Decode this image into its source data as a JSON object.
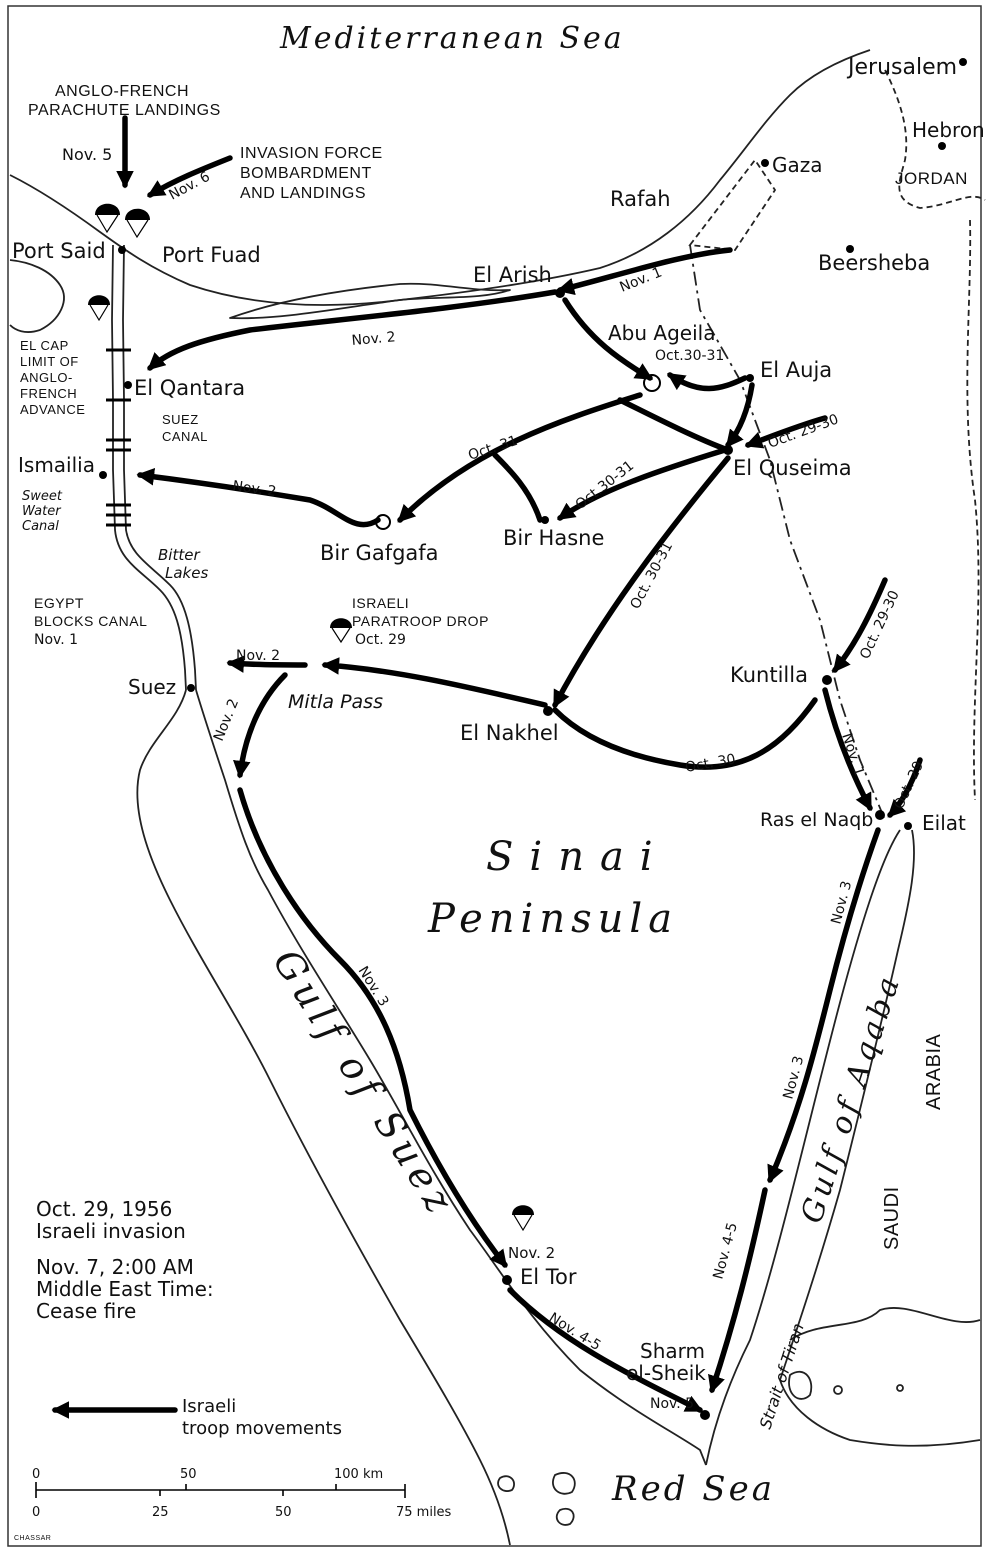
{
  "seas": {
    "mediterranean": "Mediterranean Sea",
    "red_sea": "Red Sea",
    "gulf_suez": "Gulf of Suez",
    "gulf_aqaba": "Gulf of Aqaba",
    "sinai_line1": "Sinai",
    "sinai_line2": "Peninsula",
    "saudi_line1": "SAUDI",
    "saudi_line2": "ARABIA",
    "jordan": "JORDAN",
    "strait": "Strait of Tiran"
  },
  "places": {
    "jerusalem": "Jerusalem",
    "hebron": "Hebron",
    "gaza": "Gaza",
    "rafah": "Rafah",
    "beersheba": "Beersheba",
    "port_said": "Port Said",
    "port_fuad": "Port Fuad",
    "el_arish": "El Arish",
    "abu_ageila": "Abu Ageila",
    "el_auja": "El Auja",
    "el_qantara": "El Qantara",
    "el_quseima": "El Quseima",
    "ismailia": "Ismailia",
    "bir_gafgafa": "Bir Gafgafa",
    "bir_hasne": "Bir Hasne",
    "suez": "Suez",
    "mitla": "Mitla Pass",
    "el_nakhel": "El Nakhel",
    "kuntilla": "Kuntilla",
    "ras_el_naqb": "Ras el Naqb",
    "eilat": "Eilat",
    "el_tor": "El Tor",
    "sharm_1": "Sharm",
    "sharm_2": "el-Sheik"
  },
  "notes": {
    "anglo_1": "ANGLO-FRENCH",
    "anglo_2": "PARACHUTE LANDINGS",
    "nov5_top": "Nov. 5",
    "nov6": "Nov. 6",
    "invasion_1": "INVASION FORCE",
    "invasion_2": "BOMBARDMENT",
    "invasion_3": "AND LANDINGS",
    "elcap_1": "EL CAP",
    "elcap_2": "LIMIT OF",
    "elcap_3": "ANGLO-",
    "elcap_4": "FRENCH",
    "elcap_5": "ADVANCE",
    "suez_canal_1": "SUEZ",
    "suez_canal_2": "CANAL",
    "sweet_1": "Sweet",
    "sweet_2": "Water",
    "sweet_3": "Canal",
    "bitter_1": "Bitter",
    "bitter_2": "Lakes",
    "egypt_1": "EGYPT",
    "egypt_2": "BLOCKS CANAL",
    "egypt_3": "Nov. 1",
    "israeli_1": "ISRAELI",
    "israeli_2": "PARATROOP DROP",
    "israeli_3": "Oct. 29"
  },
  "route_labels": {
    "nov1_arish": "Nov. 1",
    "nov2_qantara": "Nov. 2",
    "oct3031_abu": "Oct.30-31",
    "oct2930_qus": "Oct. 29-30",
    "oct31": "Oct. 31",
    "oct3031_hasne": "Oct.30-31",
    "nov2_ismailia": "Nov. 2",
    "oct3031_nakhel": "Oct. 30-31",
    "oct2930_kunt": "Oct. 29-30",
    "nov2_mitla": "Nov. 2",
    "nov2_west": "Nov. 2",
    "oct30": "Oct. 30",
    "nov1_kunt": "Nov. 1",
    "oct29_eilat": "Oct. 29",
    "nov3_east1": "Nov. 3",
    "nov3_east2": "Nov. 3",
    "nov3_west": "Nov. 3",
    "nov45_east": "Nov. 4-5",
    "nov45_west": "Nov. 4-5",
    "nov2_tor": "Nov. 2",
    "nov5_sharm": "Nov. 5"
  },
  "legend": {
    "date_1": "Oct. 29, 1956",
    "event_1": "Israeli invasion",
    "date_2": "Nov. 7, 2:00 AM",
    "tz": "Middle East Time:",
    "event_2": "Cease fire",
    "arrow_1": "Israeli",
    "arrow_2": "troop movements"
  },
  "scale": {
    "km_ticks": [
      "0",
      "50",
      "100 km"
    ],
    "mile_ticks": [
      "0",
      "25",
      "50",
      "75 miles"
    ]
  },
  "credit": "CHASSAR"
}
